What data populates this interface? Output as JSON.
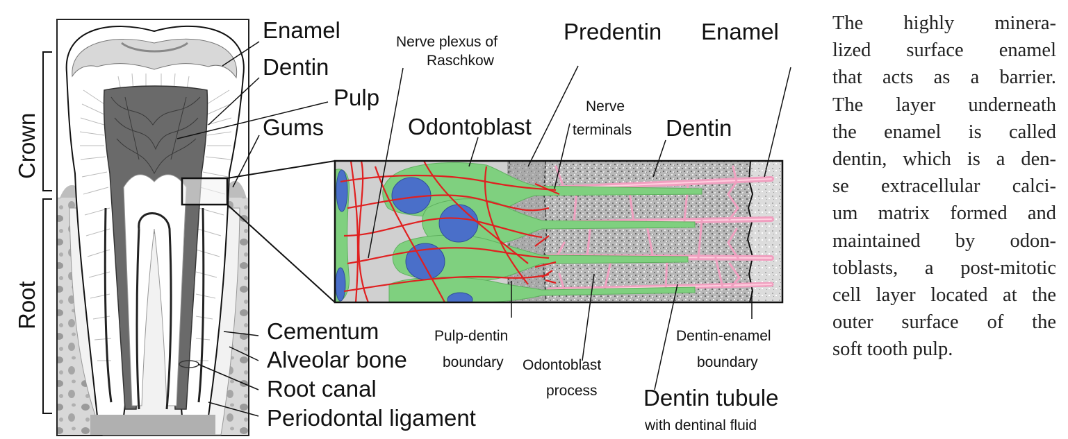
{
  "left_labels": {
    "enamel": "Enamel",
    "dentin": "Dentin",
    "pulp": "Pulp",
    "gums": "Gums",
    "crown": "Crown",
    "root": "Root",
    "cementum": "Cementum",
    "alveolar_bone": "Alveolar bone",
    "root_canal": "Root canal",
    "periodontal_ligament": "Periodontal ligament"
  },
  "inset_labels": {
    "nerve_plexus_line1": "Nerve plexus of",
    "nerve_plexus_line2": "Raschkow",
    "predentin": "Predentin",
    "enamel": "Enamel",
    "odontoblast": "Odontoblast",
    "nerve_terminals_line1": "Nerve",
    "nerve_terminals_line2": "terminals",
    "dentin": "Dentin",
    "pulp_dentin_line1": "Pulp-dentin",
    "pulp_dentin_line2": "boundary",
    "odontoblast_process_line1": "Odontoblast",
    "odontoblast_process_line2": "process",
    "dentin_enamel_line1": "Dentin-enamel",
    "dentin_enamel_line2": "boundary",
    "dentin_tubule": "Dentin tubule",
    "dentin_tubule_sub": "with dentinal fluid"
  },
  "paragraph_lines": [
    "The highly minera-",
    "lized surface enamel",
    "that acts as a barrier.",
    "The layer underneath",
    "the enamel is called",
    "dentin, which is a den-",
    "se extracellular calci-",
    "um matrix formed and",
    "maintained by odon-",
    "toblasts, a post-mitotic",
    "cell layer located at the",
    "outer surface of the",
    "soft tooth pulp."
  ],
  "colors": {
    "odontoblast": "#7fd07f",
    "nucleus": "#4a6fc9",
    "nerve": "#e02020",
    "tubule": "#f0a0c0",
    "pulp_dark": "#6a6a6a",
    "bone": "#d9d9d9"
  }
}
